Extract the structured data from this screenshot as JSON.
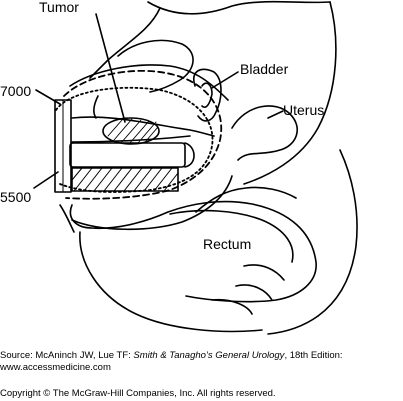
{
  "labels": {
    "tumor": "Tumor",
    "bladder": "Bladder",
    "uterus": "Uterus",
    "dose_7000": "7000",
    "dose_5500": "5500",
    "rectum": "Rectum"
  },
  "caption": {
    "source_prefix": "Source: McAninch JW, Lue TF: ",
    "source_title": "Smith & Tanagho’s General Urology",
    "source_suffix": ", 18th Edition:",
    "source_url": "www.accessmedicine.com",
    "copyright": "Copyright © The McGraw-Hill Companies, Inc. All rights reserved."
  }
}
